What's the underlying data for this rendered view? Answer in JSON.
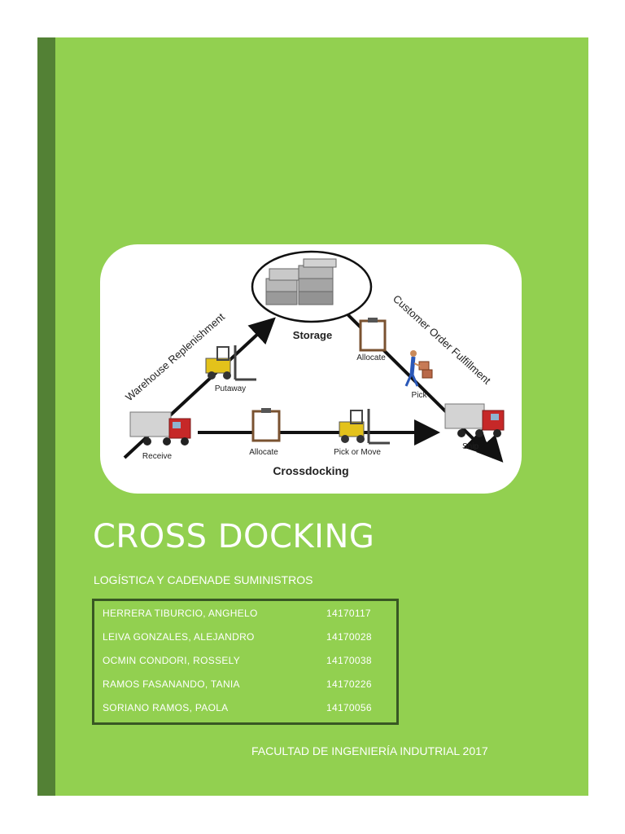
{
  "diagram": {
    "storage": "Storage",
    "warehouse_replenishment": "Warehouse Replenishment",
    "customer_order_fulfillment": "Customer Order Fulfillment",
    "putaway": "Putaway",
    "allocate_top": "Allocate",
    "pick": "Pick",
    "receive": "Receive",
    "allocate_bottom": "Allocate",
    "pick_or_move": "Pick or Move",
    "ship": "Ship",
    "crossdocking": "Crossdocking"
  },
  "title": "CROSS DOCKING",
  "subtitle": "LOGÍSTICA Y CADENADE SUMINISTROS",
  "members": [
    {
      "name": "HERRERA TIBURCIO, ANGHELO",
      "code": "14170117"
    },
    {
      "name": "LEIVA GONZALES, ALEJANDRO",
      "code": "14170028"
    },
    {
      "name": "OCMIN CONDORI, ROSSELY",
      "code": "14170038"
    },
    {
      "name": "RAMOS FASANANDO, TANIA",
      "code": "14170226"
    },
    {
      "name": "SORIANO RAMOS, PAOLA",
      "code": "14170056"
    }
  ],
  "footer": "FACULTAD DE INGENIERÍA INDUTRIAL  2017",
  "colors": {
    "cover_green": "#92d050",
    "stripe_dark_green": "#538135",
    "table_border": "#385723",
    "text_white": "#ffffff"
  }
}
